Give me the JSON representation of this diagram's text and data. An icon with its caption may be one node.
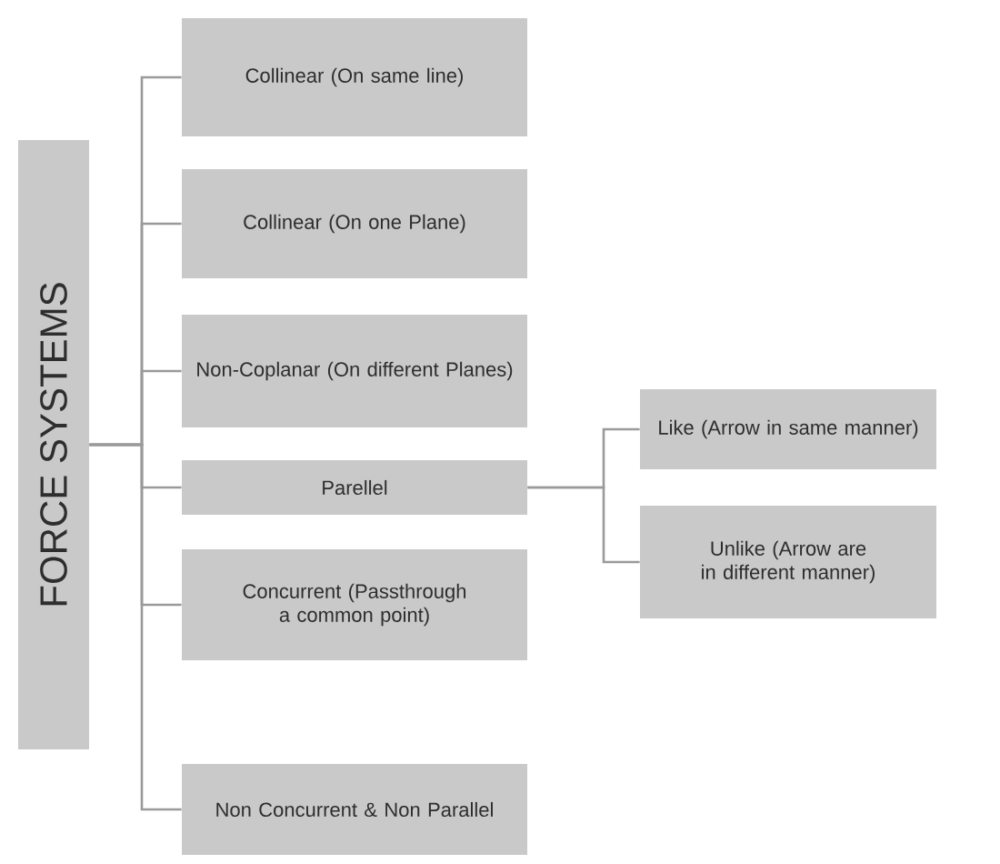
{
  "diagram": {
    "nodes": [
      {
        "text": [
          "FORCE SYSTEMS"
        ]
      },
      {
        "text": [
          "Collinear (On same line)"
        ]
      },
      {
        "text": [
          "Collinear (On one Plane)"
        ]
      },
      {
        "text": [
          "Non-Coplanar (On different Planes)"
        ]
      },
      {
        "text": [
          "Parellel"
        ]
      },
      {
        "text": [
          "Concurrent (Passthrough a common point)"
        ]
      },
      {
        "text": [
          "Non Concurrent & Non Parallel"
        ]
      },
      {
        "text": [
          "Like (Arrow in same manner)"
        ]
      },
      {
        "text": [
          "Unlike (Arrow are in different manner)"
        ]
      }
    ],
    "edges": [
      {
        "from": 0,
        "to": 1,
        "arrow": "none"
      },
      {
        "from": 0,
        "to": 2,
        "arrow": "none"
      },
      {
        "from": 0,
        "to": 3,
        "arrow": "none"
      },
      {
        "from": 0,
        "to": 4,
        "arrow": "none"
      },
      {
        "from": 0,
        "to": 5,
        "arrow": "none"
      },
      {
        "from": 0,
        "to": 6,
        "arrow": "none"
      },
      {
        "from": 4,
        "to": 7,
        "arrow": "none"
      },
      {
        "from": 4,
        "to": 8,
        "arrow": "none"
      }
    ]
  }
}
